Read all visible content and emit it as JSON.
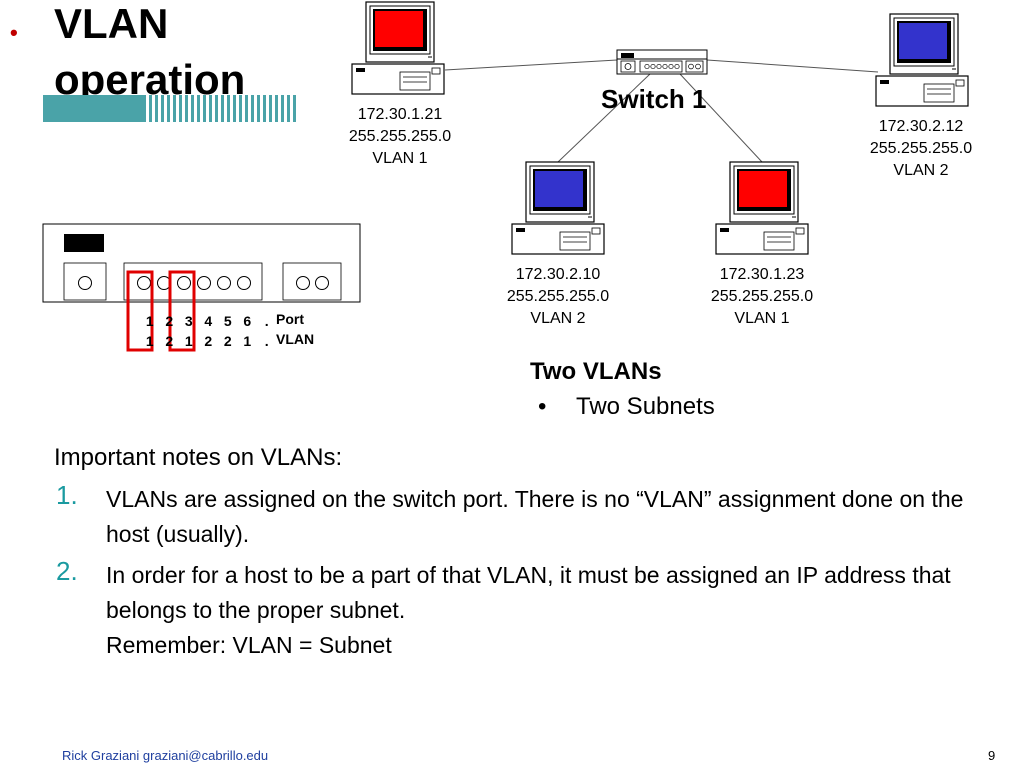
{
  "slide": {
    "title_bullet": "•",
    "title_line1": "VLAN",
    "title_line2": "operation",
    "switch_label": "Switch 1",
    "hosts": [
      {
        "ip": "172.30.1.21",
        "mask": "255.255.255.0",
        "vlan": "VLAN 1",
        "screen_color": "#ff0000"
      },
      {
        "ip": "172.30.2.12",
        "mask": "255.255.255.0",
        "vlan": "VLAN 2",
        "screen_color": "#3333cc"
      },
      {
        "ip": "172.30.2.10",
        "mask": "255.255.255.0",
        "vlan": "VLAN 2",
        "screen_color": "#3333cc"
      },
      {
        "ip": "172.30.1.23",
        "mask": "255.255.255.0",
        "vlan": "VLAN 1",
        "screen_color": "#ff0000"
      }
    ],
    "port_table": {
      "port_label": "Port",
      "vlan_label": "VLAN",
      "ports": [
        "1",
        "2",
        "3",
        "4",
        "5",
        "6",
        "."
      ],
      "vlans": [
        "1",
        "2",
        "1",
        "2",
        "2",
        "1",
        "."
      ],
      "highlight_color": "#e00000"
    },
    "summary": {
      "heading": "Two VLANs",
      "bullet": "•",
      "item": "Two Subnets"
    },
    "notes": {
      "heading": "Important notes on VLANs:",
      "items": [
        {
          "num": "1.",
          "text": "VLANs are assigned on the switch port.  There is no “VLAN” assignment done on the host (usually)."
        },
        {
          "num": "2.",
          "text": "In order for a host to be a part of that VLAN, it must be assigned an IP address that belongs to the proper subnet."
        }
      ],
      "remember": "Remember:  VLAN = Subnet"
    },
    "footer": {
      "author": "Rick Graziani  graziani@cabrillo.edu",
      "page": "9"
    },
    "colors": {
      "accent_teal": "#1a9aa0",
      "title_bullet": "#c00000",
      "footer_text": "#1f3f9f"
    }
  }
}
